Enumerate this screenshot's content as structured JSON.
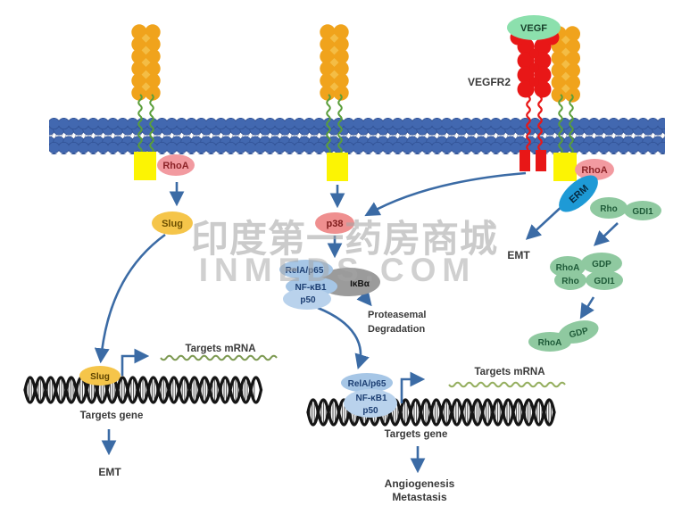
{
  "watermark": {
    "line1": "印度第一药房商城",
    "line2": "INMEDS.COM"
  },
  "ligand": {
    "vegf": "VEGF",
    "receptor_label": "VEGFR2"
  },
  "left": {
    "rhoa": "RhoA",
    "slug": "Slug",
    "slug_on_dna": "Slug",
    "targets_mrna": "Targets mRNA",
    "targets_gene": "Targets gene",
    "emt": "EMT"
  },
  "middle": {
    "p38": "p38",
    "complex_top": {
      "rela_p65": "RelA/p65",
      "ikba": "IκBα",
      "nfkb1": "NF-κB1",
      "p50": "p50"
    },
    "proteasemal": "Proteasemal",
    "degradation": "Degradation",
    "complex_bottom": {
      "rela_p65": "RelA/p65",
      "nfkb1": "NF-κB1",
      "p50": "p50"
    },
    "targets_mrna": "Targets mRNA",
    "targets_gene": "Targets gene",
    "angiogenesis": "Angiogenesis",
    "metastasis": "Metastasis"
  },
  "right": {
    "rhoa": "RhoA",
    "erm": "ERM",
    "rho": "Rho",
    "gdi1": "GDI1",
    "emt": "EMT",
    "complex": {
      "rhoa": "RhoA",
      "gdp": "GDP",
      "rho": "Rho",
      "gdi1": "GDI1"
    },
    "inactive": {
      "rhoa": "RhoA",
      "gdp": "GDP"
    }
  },
  "colors": {
    "membrane_bead": "#4268b0",
    "receptor_orange": "#f0a31c",
    "receptor_diamond": "#f4bd45",
    "receptor_red": "#e81717",
    "tail_green": "#5a9e3a",
    "vegf_green": "#8ce0ad",
    "anchor_yellow": "#fcf403",
    "rhoa_pink": "#f29aa0",
    "slug_gold": "#f5c54a",
    "p38_red": "#ef8f8f",
    "nfkb_blue": "#a6c6e6",
    "nfkb_blue_light": "#b9d2ec",
    "ikba_gray": "#9b9b9b",
    "erm_blue": "#1e9ad6",
    "gtpase_green": "#8fc9a0",
    "arrow_blue": "#3b6ba5",
    "mrna_green": "#7d9a52",
    "watermark_gray": "#a6a6a6"
  }
}
